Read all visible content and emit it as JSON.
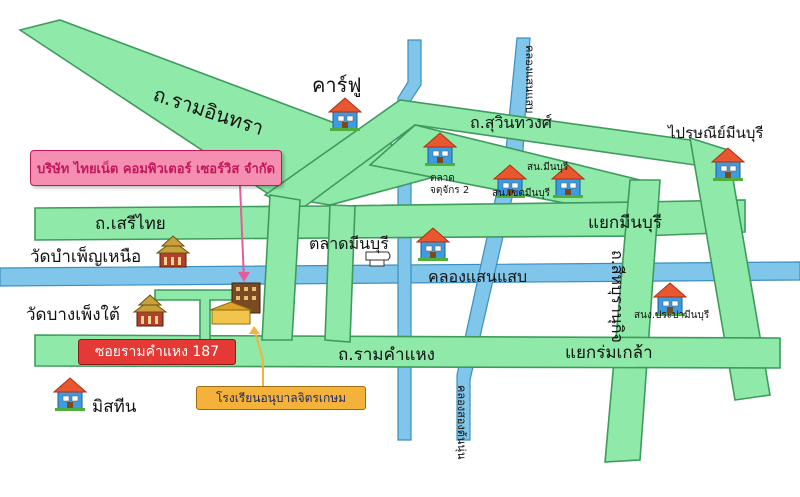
{
  "colors": {
    "road": "#8fe9a8",
    "road_outline": "#3f9b5d",
    "canal": "#7fc6ea",
    "company_box": "#f48fb1",
    "company_text": "#c2185b",
    "soi_box": "#e53935",
    "school_box": "#f4b23a"
  },
  "labels": {
    "ram_intra": "ถ.รามอินทรา",
    "carrefour": "คาร์ฟู",
    "suwinthawong": "ถ.สุวินทวงศ์",
    "post_office": "ไปรษณีย์มีนบุรี",
    "talad_jatujak": "ตลาด\nจตุจักร 2",
    "sn_minburi": "สน.มีนบุรี",
    "sn_khet_minburi": "สน.เขตมีนบุรี",
    "seri_thai": "ถ.เสรีไทย",
    "yaek_minburi": "แยกมีนบุรี",
    "wat_bamphen_nuea": "วัดบำเพ็ญเหนือ",
    "talad_minburi": "ตลาดมีนบุรี",
    "khlong_saensaep": "คลองแสนแสบ",
    "wat_bangpheng_tai": "วัดบางเพ็งใต้",
    "si_burapha_road": "ถ.สีหบุรานุกิจ",
    "sn_prawet_minburi": "สนง.ประปามีนบุรี",
    "ramkhamhaeng_road": "ถ.รามคำแหง",
    "yaek_romklao": "แยกร่มเกล้า",
    "misteen": "มิสทีน",
    "khlong_song_ton_nun": "คลองสองต้นนุ่น",
    "khlong_top": "คลองแสนแสบ"
  },
  "callouts": {
    "company": "บริษัท ไทยเน็ต คอมพิวเตอร์ เซอร์วิส จำกัด",
    "soi": "ซอยรามคำแหง 187",
    "school": "โรงเรียนอนุบาลจิตรเกษม"
  },
  "icons": [
    "house-icon",
    "temple-icon",
    "office-building-icon",
    "school-building-icon",
    "pointing-hand-icon"
  ]
}
